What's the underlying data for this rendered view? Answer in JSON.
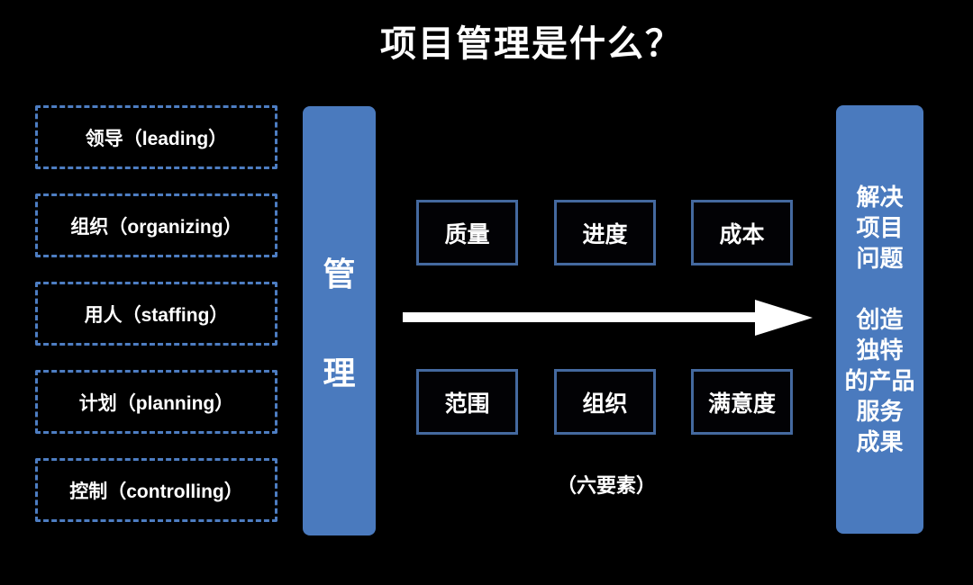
{
  "title": "项目管理是什么？",
  "left_column": {
    "items": [
      {
        "label": "领导（leading）"
      },
      {
        "label": "组织（organizing）"
      },
      {
        "label": "用人（staffing）"
      },
      {
        "label": "计划（planning）"
      },
      {
        "label": "控制（controlling）"
      }
    ]
  },
  "management_bar": {
    "chars": [
      "管",
      "理"
    ]
  },
  "elements": {
    "top_row": [
      "质量",
      "进度",
      "成本"
    ],
    "bottom_row": [
      "范围",
      "组织",
      "满意度"
    ],
    "caption": "（六要素）"
  },
  "result_bar": {
    "lines": [
      "解决",
      "项目",
      "问题",
      "",
      "创造",
      "独特",
      "的产品",
      "服务",
      "成果"
    ]
  },
  "colors": {
    "background": "#000000",
    "bar_blue": "#4a7abe",
    "solid_box_border": "#44699f",
    "dashed_box_border": "#4d7dc2",
    "text": "#ffffff",
    "arrow": "#ffffff"
  }
}
